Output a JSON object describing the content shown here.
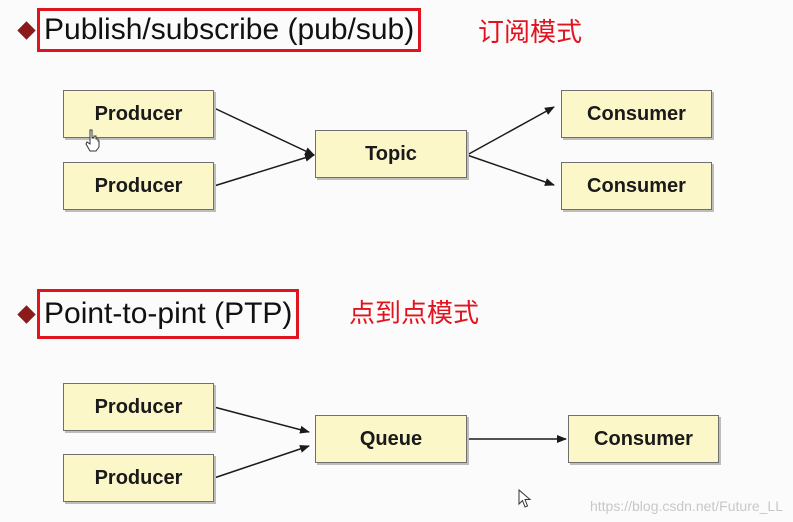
{
  "pubsub": {
    "heading": "Publish/subscribe (pub/sub)",
    "annotation": "订阅模式",
    "producer_1": "Producer",
    "producer_2": "Producer",
    "hub": "Topic",
    "consumer_1": "Consumer",
    "consumer_2": "Consumer"
  },
  "ptp": {
    "heading": "Point-to-pint (PTP)",
    "annotation": "点到点模式",
    "producer_1": "Producer",
    "producer_2": "Producer",
    "hub": "Queue",
    "consumer_1": "Consumer"
  },
  "watermark": "https://blog.csdn.net/Future_LL",
  "colors": {
    "highlight_border": "#e0141e",
    "annotation_text": "#e0141e",
    "bullet": "#8b1a1a",
    "node_fill": "#fbf7c9",
    "node_border": "#6f6f6f"
  },
  "icons": {
    "bullet": "diamond-bullet-icon",
    "cursor_hand": "hand-cursor-icon",
    "cursor_arrow": "arrow-cursor-icon"
  }
}
